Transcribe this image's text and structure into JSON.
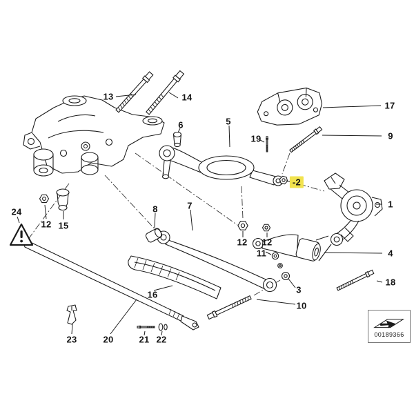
{
  "diagram": {
    "code": "00189366"
  },
  "labels": {
    "p1": "1",
    "p2": "-2",
    "p3": "3",
    "p4": "4",
    "p5": "5",
    "p6": "6",
    "p7": "7",
    "p8": "8",
    "p9": "9",
    "p10": "10",
    "p11": "11",
    "p12": "12",
    "p13": "13",
    "p14": "14",
    "p15": "15",
    "p16": "16",
    "p17": "17",
    "p18": "18",
    "p19": "19",
    "p20": "20",
    "p21": "21",
    "p22": "22",
    "p23": "23",
    "p24": "24"
  },
  "icons": {
    "warning_triangle": "triangle-exclamation",
    "page_arrow": "page-turn-arrow"
  },
  "colors": {
    "highlight": "#f2e34f",
    "line": "#1b1b1b",
    "background": "#ffffff"
  }
}
